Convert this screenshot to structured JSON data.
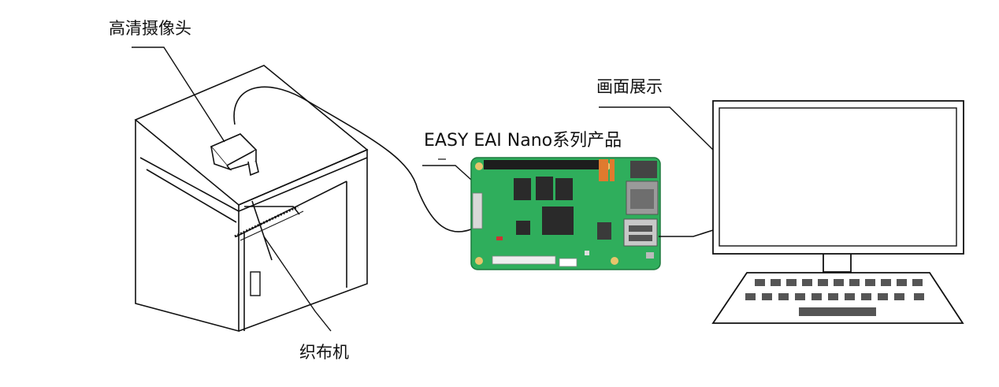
{
  "labels": {
    "camera": "高清摄像头",
    "display": "画面展示",
    "board": "EASY EAI Nano系列产品",
    "loom": "织布机"
  },
  "colors": {
    "line": "#111111",
    "pcb": "#2fae5c",
    "pcb_dark": "#1f7a3f",
    "chip": "#2a2a2a",
    "key": "#555555",
    "background": "#ffffff"
  },
  "icons": [
    "camera-icon",
    "loom-enclosure-icon",
    "dev-board-icon",
    "monitor-icon",
    "keyboard-icon"
  ]
}
